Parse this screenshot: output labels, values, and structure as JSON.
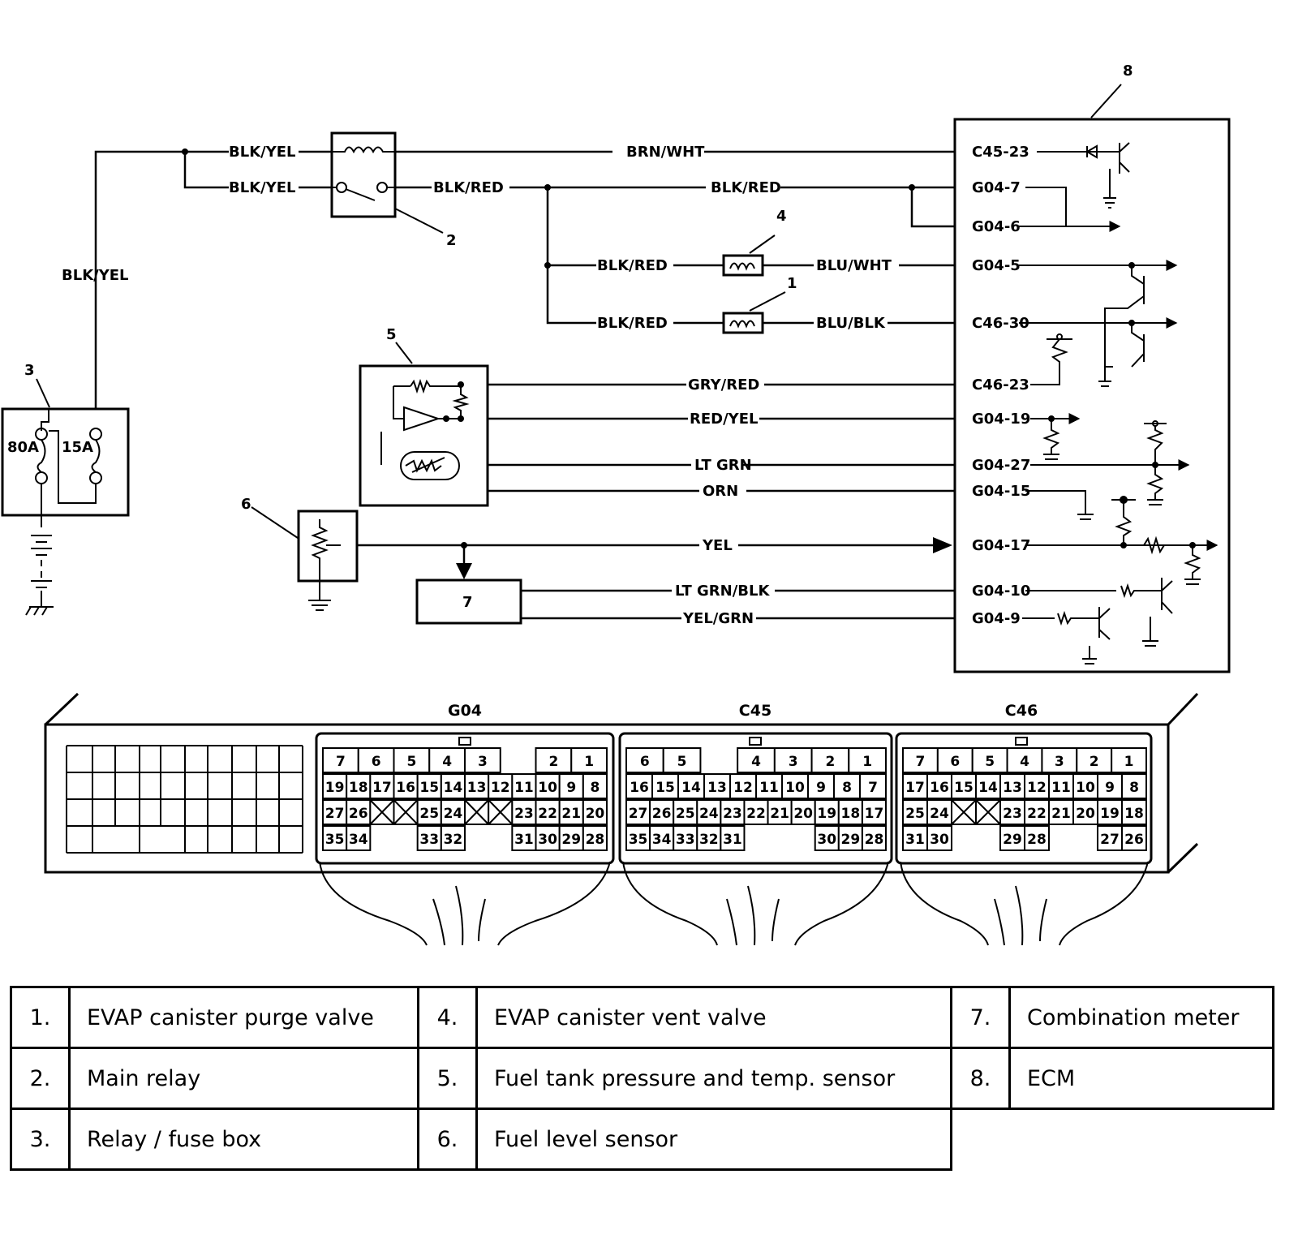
{
  "components": {
    "callouts": [
      "1",
      "2",
      "3",
      "4",
      "5",
      "6",
      "7",
      "8"
    ],
    "combination_meter_box": "7",
    "fuse_box": {
      "fuse_a": "80A",
      "fuse_b": "15A"
    }
  },
  "wires": {
    "w1": "BLK/YEL",
    "w2": "BLK/YEL",
    "w3": "BLK/YEL",
    "w4": "BRN/WHT",
    "w5": "BLK/RED",
    "w6": "BLK/RED",
    "w7": "BLK/RED",
    "w8": "BLU/WHT",
    "w9": "BLK/RED",
    "w10": "BLU/BLK",
    "w11": "GRY/RED",
    "w12": "RED/YEL",
    "w13": "LT GRN",
    "w14": "ORN",
    "w15": "YEL",
    "w16": "LT GRN/BLK",
    "w17": "YEL/GRN"
  },
  "ecm_pins": [
    "C45-23",
    "G04-7",
    "G04-6",
    "G04-5",
    "C46-30",
    "C46-23",
    "G04-19",
    "G04-27",
    "G04-15",
    "G04-17",
    "G04-10",
    "G04-9"
  ],
  "connectors": [
    {
      "name": "G04",
      "rows": [
        [
          "7",
          "6",
          "5",
          "4",
          "3",
          "",
          "2",
          "1"
        ],
        [
          "19",
          "18",
          "17",
          "16",
          "15",
          "14",
          "13",
          "12",
          "11",
          "10",
          "9",
          "8"
        ],
        [
          "27",
          "26",
          "X",
          "X",
          "25",
          "24",
          "X",
          "X",
          "23",
          "22",
          "21",
          "20"
        ],
        [
          "35",
          "34",
          "",
          "",
          "33",
          "32",
          "",
          "",
          "31",
          "30",
          "29",
          "28"
        ]
      ]
    },
    {
      "name": "C45",
      "rows": [
        [
          "6",
          "5",
          "",
          "4",
          "3",
          "2",
          "1"
        ],
        [
          "16",
          "15",
          "14",
          "13",
          "12",
          "11",
          "10",
          "9",
          "8",
          "7"
        ],
        [
          "27",
          "26",
          "25",
          "24",
          "23",
          "22",
          "21",
          "20",
          "19",
          "18",
          "17"
        ],
        [
          "35",
          "34",
          "33",
          "32",
          "31",
          "",
          "",
          "",
          "30",
          "29",
          "28"
        ]
      ]
    },
    {
      "name": "C46",
      "rows": [
        [
          "7",
          "6",
          "5",
          "4",
          "3",
          "2",
          "1"
        ],
        [
          "17",
          "16",
          "15",
          "14",
          "13",
          "12",
          "11",
          "10",
          "9",
          "8"
        ],
        [
          "25",
          "24",
          "X",
          "X",
          "23",
          "22",
          "21",
          "20",
          "19",
          "18"
        ],
        [
          "31",
          "30",
          "",
          "",
          "29",
          "28",
          "",
          "",
          "27",
          "26"
        ]
      ]
    }
  ],
  "legend": [
    [
      {
        "num": "1.",
        "label": "EVAP canister purge valve"
      },
      {
        "num": "4.",
        "label": "EVAP canister vent valve"
      },
      {
        "num": "7.",
        "label": "Combination meter"
      }
    ],
    [
      {
        "num": "2.",
        "label": "Main relay"
      },
      {
        "num": "5.",
        "label": "Fuel tank pressure and temp. sensor"
      },
      {
        "num": "8.",
        "label": "ECM"
      }
    ],
    [
      {
        "num": "3.",
        "label": "Relay / fuse box"
      },
      {
        "num": "6.",
        "label": "Fuel level sensor"
      }
    ]
  ]
}
